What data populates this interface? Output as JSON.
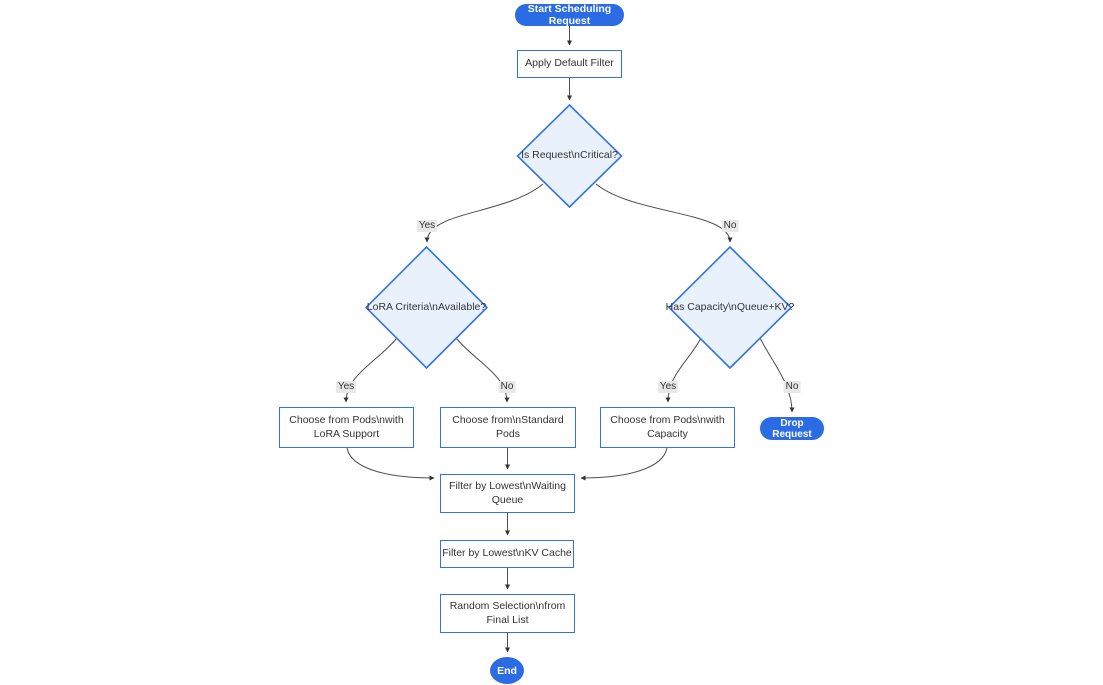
{
  "diagram_type": "flowchart",
  "nodes": {
    "start": {
      "label": "Start Scheduling Request",
      "shape": "stadium"
    },
    "apply_default_filter": {
      "label": "Apply Default Filter",
      "shape": "process"
    },
    "is_critical": {
      "label": "Is Request\\nCritical?",
      "shape": "decision"
    },
    "lora_criteria": {
      "label": "LoRA Criteria\\nAvailable?",
      "shape": "decision"
    },
    "has_capacity": {
      "label": "Has Capacity\\nQueue+KV?",
      "shape": "decision"
    },
    "choose_lora_pods": {
      "label": [
        "Choose from Pods\\nwith",
        "LoRA Support"
      ],
      "shape": "process"
    },
    "choose_standard_pods": {
      "label": [
        "Choose from\\nStandard",
        "Pods"
      ],
      "shape": "process"
    },
    "choose_capacity_pods": {
      "label": [
        "Choose from Pods\\nwith",
        "Capacity"
      ],
      "shape": "process"
    },
    "drop_request": {
      "label": "Drop Request",
      "shape": "stadium"
    },
    "filter_waiting_queue": {
      "label": [
        "Filter by Lowest\\nWaiting",
        "Queue"
      ],
      "shape": "process"
    },
    "filter_kv_cache": {
      "label": "Filter by Lowest\\nKV Cache",
      "shape": "process"
    },
    "random_selection": {
      "label": [
        "Random Selection\\nfrom",
        "Final List"
      ],
      "shape": "process"
    },
    "end": {
      "label": "End",
      "shape": "stadium"
    }
  },
  "edge_labels": {
    "critical_yes": "Yes",
    "critical_no": "No",
    "lora_yes": "Yes",
    "lora_no": "No",
    "capacity_yes": "Yes",
    "capacity_no": "No"
  },
  "colors": {
    "terminal_fill": "#2b6ce5",
    "shape_border": "#3273e3",
    "decision_fill": "#e9f2fc",
    "process_fill": "#ffffff",
    "edge_line": "#4d4d4d",
    "edge_label_bg": "#e8e8e8",
    "text_dark": "#333333",
    "text_light": "#ffffff"
  }
}
